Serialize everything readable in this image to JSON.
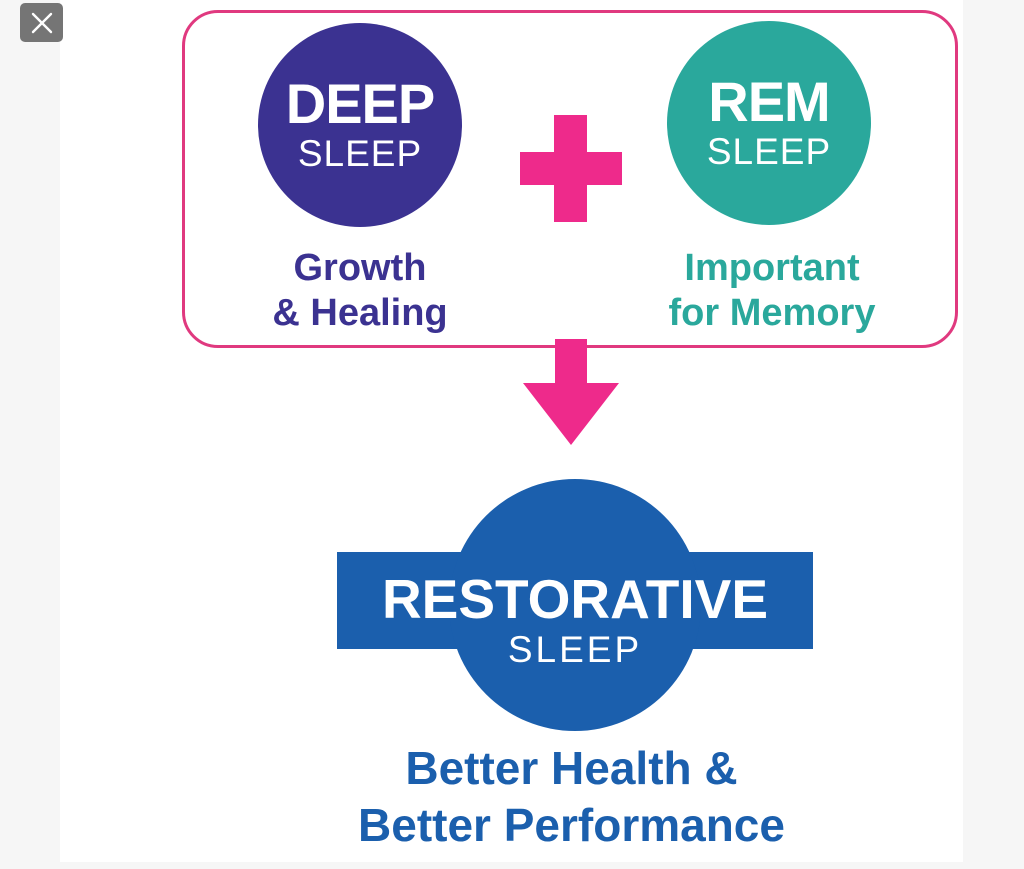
{
  "viewer": {
    "background_color": "#f6f6f6",
    "canvas_color": "#ffffff",
    "close_button_color": "#757575"
  },
  "infographic": {
    "box": {
      "border_color": "#e0397f"
    },
    "plus_color": "#ee2a8b",
    "arrow_color": "#ee2a8b",
    "deep": {
      "title": "DEEP",
      "subtitle": "SLEEP",
      "circle_color": "#3b3291",
      "caption_line1": "Growth",
      "caption_line2": "& Healing",
      "caption_color": "#3b3291"
    },
    "rem": {
      "title": "REM",
      "subtitle": "SLEEP",
      "circle_color": "#2aa89c",
      "caption_line1": "Important",
      "caption_line2": "for Memory",
      "caption_color": "#2aa89c"
    },
    "result": {
      "title": "RESTORATIVE",
      "subtitle": "SLEEP",
      "shape_color": "#1b5fad",
      "text_color": "#ffffff"
    },
    "outcome": {
      "line1": "Better Health &",
      "line2": "Better Performance",
      "color": "#1b5fad"
    }
  }
}
